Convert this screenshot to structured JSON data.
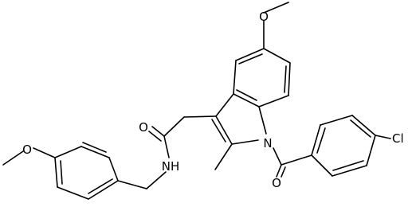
{
  "molecule": {
    "atoms": {
      "o_methoxy_ring": "O",
      "o_methoxy_benzyl": "O",
      "o_amide": "O",
      "n_amide": "NH",
      "n_indole": "N",
      "o_benzoyl": "O",
      "cl": "Cl"
    }
  }
}
